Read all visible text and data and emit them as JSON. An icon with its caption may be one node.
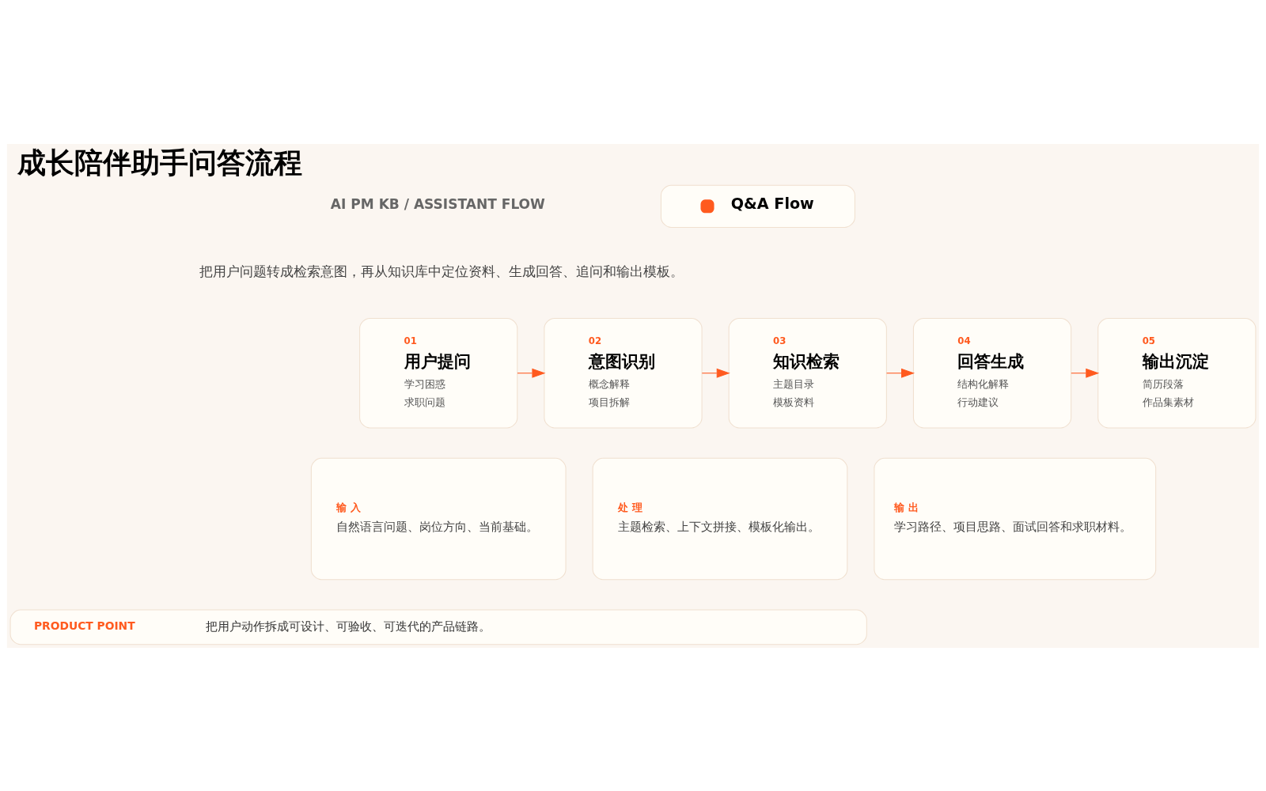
{
  "diagram": {
    "title": "成长陪伴助手问答流程",
    "nodes": [
      {
        "text": [
          "Q&A Flow"
        ]
      },
      {
        "text": [
          "01",
          "用户提问",
          "学习困惑",
          "求职问题"
        ]
      },
      {
        "text": [
          "02",
          "意图识别",
          "概念解释",
          "项目拆解"
        ]
      },
      {
        "text": [
          "03",
          "知识检索",
          "主题目录",
          "模板资料"
        ]
      },
      {
        "text": [
          "04",
          "回答生成",
          "结构化解释",
          "行动建议"
        ]
      },
      {
        "text": [
          "05",
          "输出沉淀",
          "简历段落",
          "作品集素材"
        ]
      },
      {
        "text": [
          "输 入",
          "自然语言问题、岗位方向、当前基础。"
        ]
      },
      {
        "text": [
          "处 理",
          "主题检索、上下文拼接、模板化输出。"
        ]
      },
      {
        "text": [
          "输 出",
          "学习路径、项目思路、面试回答和求职材料。"
        ]
      },
      {
        "text": [
          "PRODUCT POINT",
          "把用户动作拆成可设计、可验收、可迭代的产品链路。"
        ]
      }
    ],
    "edges": [
      {
        "from": 1,
        "to": 2,
        "arrow": "to"
      },
      {
        "from": 2,
        "to": 3,
        "arrow": "to"
      },
      {
        "from": 3,
        "to": 4,
        "arrow": "to"
      },
      {
        "from": 4,
        "to": 5,
        "arrow": "to"
      }
    ],
    "labels": [
      "AI PM KB / ASSISTANT FLOW",
      "把用户问题转成检索意图，再从知识库中定位资料、生成回答、追问和输出模板。"
    ]
  }
}
